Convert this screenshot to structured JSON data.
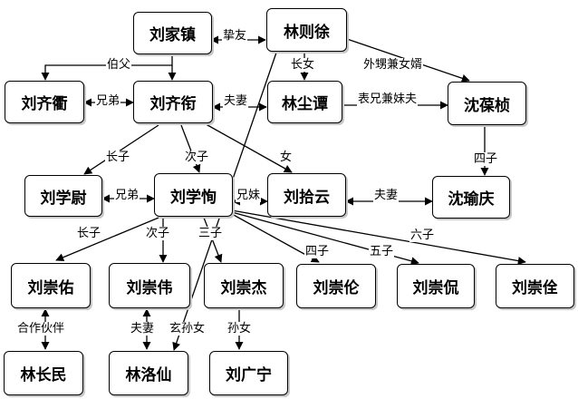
{
  "nodes": {
    "liu_jiazhen": "刘家镇",
    "lin_zexu": "林则徐",
    "liu_qiqu": "刘齐衢",
    "liu_qiyan": "刘齐衔",
    "lin_chentan": "林尘谭",
    "shen_baozhen": "沈葆桢",
    "liu_xuewei": "刘学尉",
    "liu_xuexun": "刘学恂",
    "liu_shiyun": "刘拾云",
    "shen_yuqing": "沈瑜庆",
    "liu_chongyou": "刘崇佑",
    "liu_chongwei": "刘崇伟",
    "liu_chongjie": "刘崇杰",
    "liu_chonglun": "刘崇伦",
    "liu_chongkan": "刘崇侃",
    "liu_chongquan": "刘崇佺",
    "lin_changmin": "林长民",
    "lin_luoxian": "林洛仙",
    "liu_guangning": "刘广宁"
  },
  "relations": {
    "zhiyou": "挚友",
    "bofu": "伯父",
    "changnv": "长女",
    "waisheng_nvxu": "外甥兼女婿",
    "xiongdi_1": "兄弟",
    "fuqi_1": "夫妻",
    "biaoxiong_meifu": "表兄兼妹夫",
    "sizi_shen": "四子",
    "zhangzi_1": "长子",
    "cizi_1": "次子",
    "nv": "女",
    "xiongdi_2": "兄弟",
    "xiongmei": "兄妹",
    "fuqi_2": "夫妻",
    "zhangzi_2": "长子",
    "cizi_2": "次子",
    "sanzi": "三子",
    "sizi": "四子",
    "wuzi": "五子",
    "liuzi": "六子",
    "hezuo_huoban": "合作伙伴",
    "fuqi_3": "夫妻",
    "xuansunnv": "玄孙女",
    "sunnv": "孙女"
  }
}
